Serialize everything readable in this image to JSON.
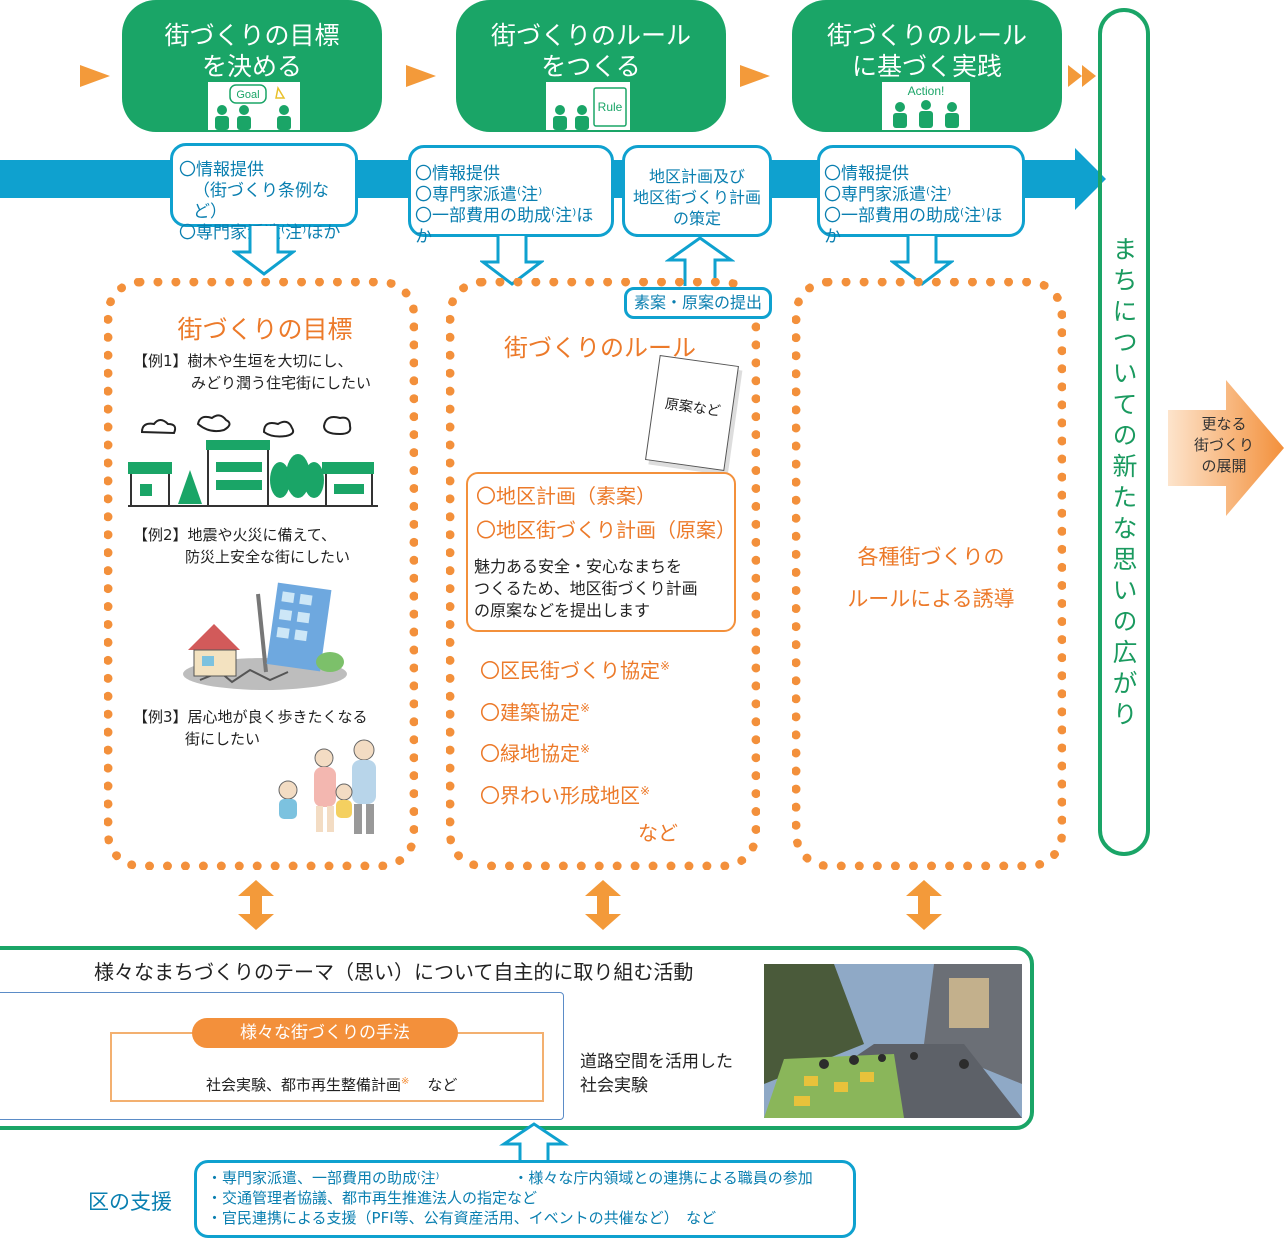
{
  "stages": [
    {
      "line1": "街づくりの目標",
      "line2": "を決める",
      "icon_label": "Goal"
    },
    {
      "line1": "街づくりのルール",
      "line2": "をつくる",
      "icon_label": "Rule"
    },
    {
      "line1": "街づくりのルール",
      "line2": "に基づく実践",
      "icon_label": "Action!"
    }
  ],
  "support_boxes": [
    [
      "〇情報提供",
      "（街づくり条例など）",
      "〇専門家派遣⁽注⁾ほか"
    ],
    [
      "〇情報提供",
      "〇専門家派遣⁽注⁾",
      "〇一部費用の助成⁽注⁾ほか"
    ],
    [
      "地区計画及び",
      "地区街づくり計画",
      "の策定"
    ],
    [
      "〇情報提供",
      "〇専門家派遣⁽注⁾",
      "〇一部費用の助成⁽注⁾ほか"
    ]
  ],
  "vertical_label": "まちについての新たな思いの広がり",
  "next_step": {
    "line1": "更なる",
    "line2": "街づくり",
    "line3": "の展開"
  },
  "col1": {
    "title": "街づくりの目標",
    "ex1_a": "【例1】樹木や生垣を大切にし、",
    "ex1_b": "みどり潤う住宅街にしたい",
    "ex2_a": "【例2】地震や火災に備えて、",
    "ex2_b": "防災上安全な街にしたい",
    "ex3_a": "【例3】居心地が良く歩きたくなる",
    "ex3_b": "街にしたい"
  },
  "col2": {
    "title": "街づくりのルール",
    "submit_tag": "素案・原案の提出",
    "doc_label": "原案など",
    "plan1": "〇地区計画（素案）",
    "plan2": "〇地区街づくり計画（原案）",
    "desc": [
      "魅力ある安全・安心なまちを",
      "つくるため、地区街づくり計画",
      "の原案などを提出します"
    ],
    "agreements": [
      "〇区民街づくり協定",
      "〇建築協定",
      "〇緑地協定",
      "〇界わい形成地区"
    ],
    "note_mark": "※",
    "etc": "など"
  },
  "col3": {
    "line1": "各種街づくりの",
    "line2": "ルールによる誘導"
  },
  "activity": {
    "title": "様々なまちづくりのテーマ（思い）について自主的に取り組む活動",
    "method_label": "様々な街づくりの手法",
    "method_text": "社会実験、都市再生整備計画",
    "method_mark": "※",
    "method_etc": "など",
    "photo_caption1": "道路空間を活用した",
    "photo_caption2": "社会実験"
  },
  "ward_support": {
    "label": "区の支援",
    "item1": "・専門家派遣、一部費用の助成⁽注⁾",
    "item2": "・様々な庁内領域との連携による職員の参加",
    "item3": "・交通管理者協議、都市再生推進法人の指定など",
    "item4": "・官民連携による支援（PFI等、公有資産活用、イベントの共催など）　など"
  },
  "colors": {
    "green": "#1aa567",
    "blue": "#0fa1cf",
    "orange": "#f3903b",
    "text_orange": "#ec7a2a"
  }
}
